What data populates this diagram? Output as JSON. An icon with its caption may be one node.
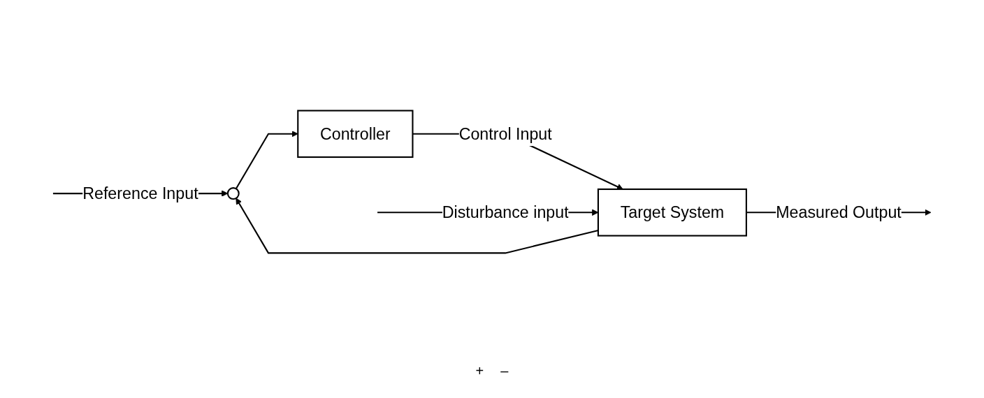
{
  "diagram": {
    "nodes": [
      {
        "text": [],
        "shape": "circle",
        "beside": [
          "+",
          "–"
        ]
      },
      {
        "text": [
          "Controller"
        ]
      },
      {
        "text": [
          "Target System"
        ]
      }
    ],
    "edges": [
      {
        "from": null,
        "to": 0,
        "arrow": "to",
        "label": "Reference Input"
      },
      {
        "from": 0,
        "to": 1,
        "arrow": "to"
      },
      {
        "from": 1,
        "to": 2,
        "arrow": "to",
        "label": "Control Input"
      },
      {
        "from": null,
        "to": 2,
        "arrow": "to",
        "label": "Disturbance input"
      },
      {
        "from": 2,
        "to": null,
        "arrow": "to",
        "label": "Measured Output"
      },
      {
        "from": 2,
        "to": 0,
        "arrow": "to"
      }
    ]
  }
}
